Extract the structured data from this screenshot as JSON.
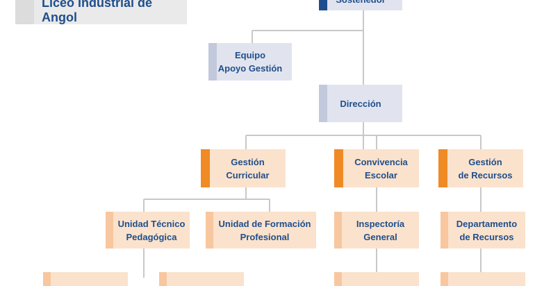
{
  "title": "Liceo Industrial de Angol",
  "nodes": {
    "sostenedor": "Sostenedor",
    "equipo_apoyo": [
      "Equipo",
      "Apoyo Gestión"
    ],
    "direccion": "Dirección",
    "gestion_curricular": [
      "Gestión",
      "Curricular"
    ],
    "convivencia_escolar": [
      "Convivencia",
      "Escolar"
    ],
    "gestion_recursos": [
      "Gestión",
      "de Recursos"
    ],
    "unidad_tecnico": [
      "Unidad Técnico",
      "Pedagógica"
    ],
    "unidad_formacion": [
      "Unidad de Formación",
      "Profesional"
    ],
    "inspectoria": [
      "Inspectoría",
      "General"
    ],
    "departamento_recursos": [
      "Departamento",
      "de Recursos"
    ]
  }
}
